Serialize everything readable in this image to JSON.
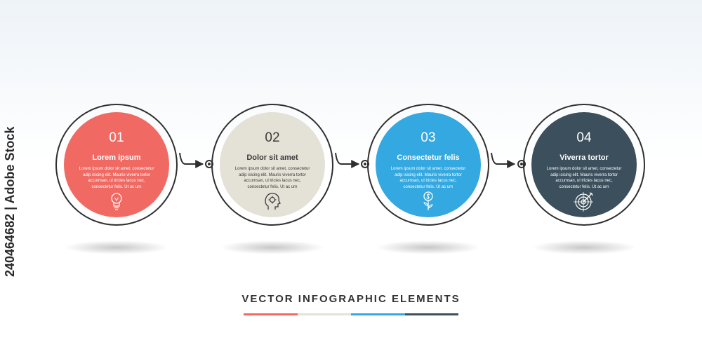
{
  "side_id": "240464682 | Adobe Stock",
  "steps": [
    {
      "number": "01",
      "title": "Lorem ipsum",
      "text": "Lorem ipsum dolor sit amet, consectetur adip isicing elit. Mauris viverra tortor accumsan, ul tricies lacus nec, consectetur felis. Ut ac urn",
      "color": "#f06a63",
      "icon": "lightbulb-icon"
    },
    {
      "number": "02",
      "title": "Dolor sit amet",
      "text": "Lorem ipsum dolor sit amet, consectetur adip isicing elit. Mauris viverra tortor accumsan, ul tricies lacus nec, consectetur felis. Ut ac urn",
      "color": "#e4e1d6",
      "text_color": "#3b3b3b",
      "icon": "head-gear-icon"
    },
    {
      "number": "03",
      "title": "Consectetur felis",
      "text": "Lorem ipsum dolor sit amet, consectetur adip isicing elit. Mauris viverra tortor accumsan, ul tricies lacus nec, consectetur felis. Ut ac urn",
      "color": "#34a8e0",
      "icon": "money-plant-icon"
    },
    {
      "number": "04",
      "title": "Viverra tortor",
      "text": "Lorem ipsum dolor sit amet, consectetur adip isicing elit. Mauris viverra tortor accumsan, ul tricies lacus nec, consectetur felis. Ut ac urn",
      "color": "#3c4f5c",
      "icon": "target-icon"
    }
  ],
  "footer": {
    "title": "VECTOR INFOGRAPHIC ELEMENTS",
    "bar_colors": [
      "#f06a63",
      "#e4e1d6",
      "#34a8e0",
      "#3c4f5c"
    ]
  }
}
